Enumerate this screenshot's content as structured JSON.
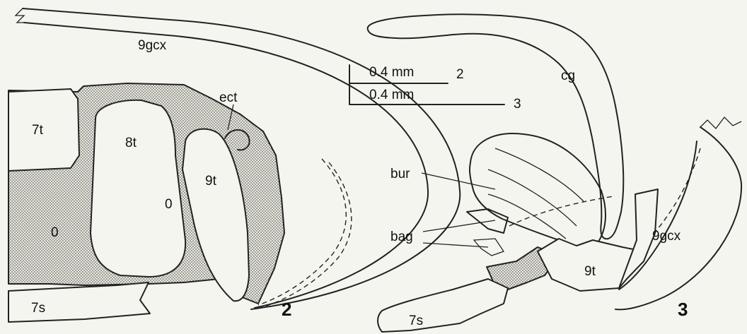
{
  "figure2": {
    "number": "2",
    "labels": {
      "gcx": "9gcx",
      "t7": "7t",
      "t8": "8t",
      "t9": "9t",
      "s7": "7s",
      "ect": "ect",
      "zero_a": "0",
      "zero_b": "0"
    }
  },
  "figure3": {
    "number": "3",
    "labels": {
      "cg": "cg",
      "bur": "bur",
      "bag": "bag",
      "t9": "9t",
      "s7": "7s",
      "gcx": "9gcx"
    }
  },
  "scale_bars": [
    {
      "text": "0.4 mm",
      "fig": "2"
    },
    {
      "text": "0.4 mm",
      "fig": "3"
    }
  ],
  "colors": {
    "background": "#f5f5ef",
    "ink": "#222222",
    "stipple": "#9a9a92"
  }
}
